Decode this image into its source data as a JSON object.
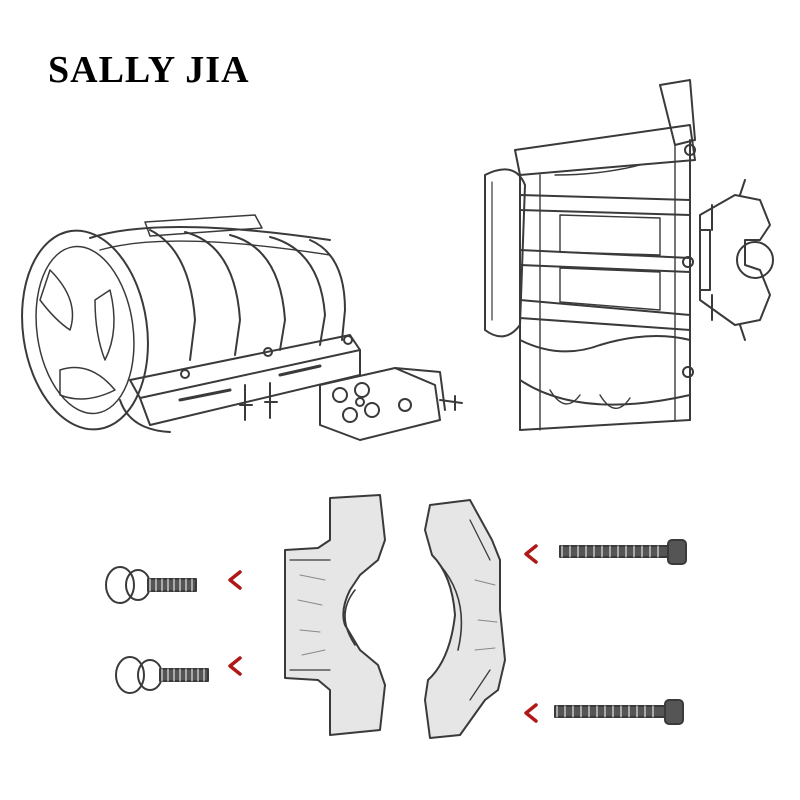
{
  "brand": {
    "text": "SALLY JIA"
  },
  "illustration": {
    "style": "pencil sketch product image",
    "stroke_color": "#3a3a3a",
    "arrow_color": "#b01818",
    "parts": [
      "left-light-guard",
      "right-light-guard",
      "clamp-half-left",
      "clamp-half-right",
      "short-screw-top",
      "short-screw-bottom",
      "long-bolt-top",
      "long-bolt-bottom"
    ]
  }
}
